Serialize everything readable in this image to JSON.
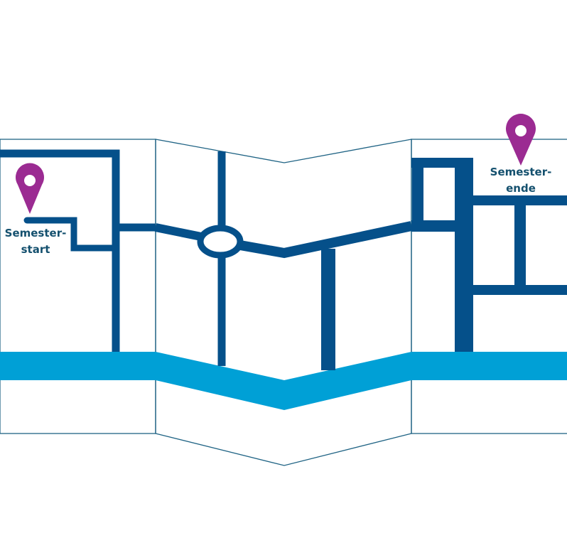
{
  "colors": {
    "road": "#05508a",
    "river": "#00a0d6",
    "outline": "#1f6384",
    "pin": "#9b2b92",
    "label": "#14506e"
  },
  "markers": [
    {
      "id": "start",
      "icon": "map-pin-icon",
      "lines": [
        "Semester-",
        "start"
      ]
    },
    {
      "id": "end",
      "icon": "map-pin-icon",
      "lines": [
        "Semester-",
        "ende"
      ]
    }
  ]
}
